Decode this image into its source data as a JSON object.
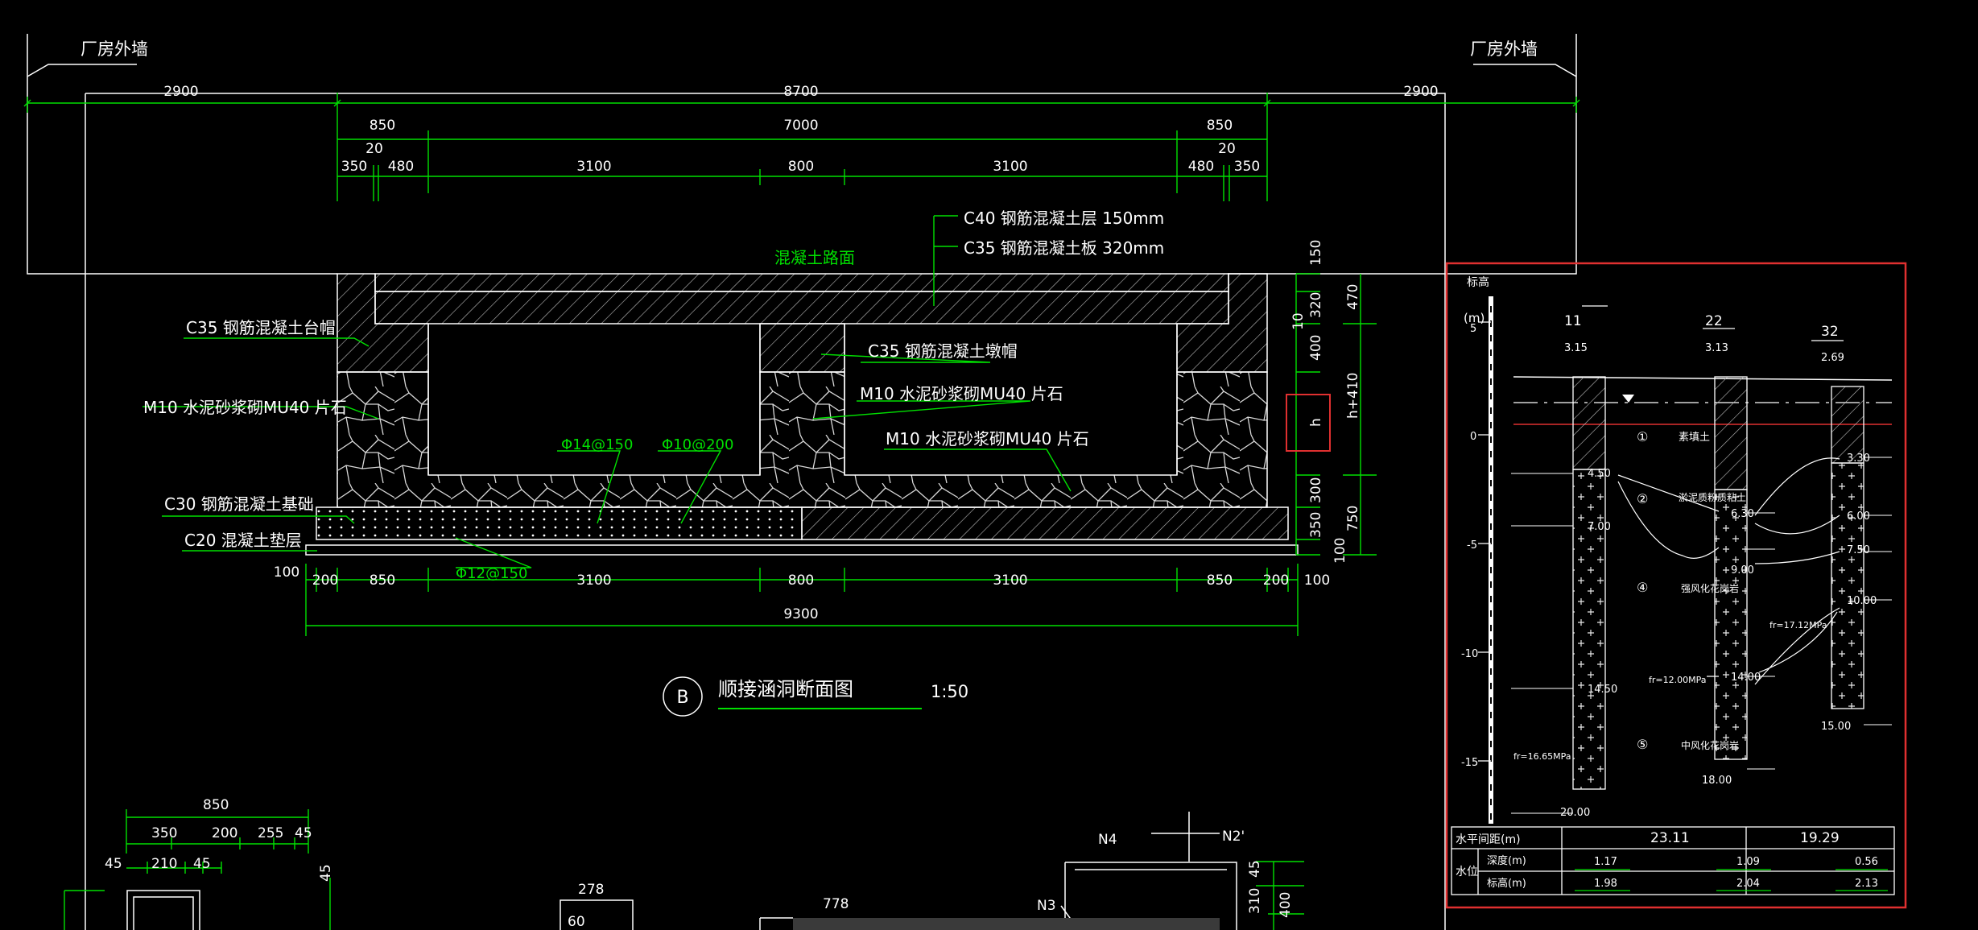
{
  "colors": {
    "bg": "#000000",
    "line": "#ffffff",
    "dim": "#00e000",
    "highlight": "#e03030",
    "label": "#ffffff",
    "hatch": "#c8c8c8"
  },
  "walls": {
    "left_label": "厂房外墙",
    "right_label": "厂房外墙"
  },
  "dims_top": {
    "row1": [
      "2900",
      "8700",
      "2900"
    ],
    "row2": [
      "850",
      "7000",
      "850"
    ],
    "row3_a": [
      "20",
      "20"
    ],
    "row3_b": [
      "350",
      "480",
      "3100",
      "800",
      "3100",
      "480",
      "350"
    ]
  },
  "layers": {
    "c40": "C40  钢筋混凝土层 150mm",
    "c35": "C35  钢筋混凝土板 320mm",
    "road": "混凝土路面"
  },
  "labels": {
    "cap": "C35  钢筋混凝土台帽",
    "pier_cap": "C35  钢筋混凝土墩帽",
    "masonry_left": "M10  水泥砂浆砌MU40  片石",
    "masonry_mid": "M10  水泥砂浆砌MU40  片石",
    "masonry_right": "M10  水泥砂浆砌MU40  片石",
    "base": "C30  钢筋混凝土基础",
    "cushion": "C20  混凝土垫层",
    "rebar1": "Φ14@150",
    "rebar2": "Φ10@200",
    "rebar3": "Φ12@150"
  },
  "dims_right": [
    "150",
    "470",
    "320",
    "10",
    "400",
    "h+410",
    "h",
    "300",
    "750",
    "350",
    "100"
  ],
  "dims_bottom": {
    "row1": [
      "100",
      "200",
      "850",
      "3100",
      "800",
      "3100",
      "850",
      "200",
      "100"
    ],
    "total": "9300"
  },
  "title": {
    "mark": "B",
    "name": "顺接涵洞断面图",
    "scale": "1:50"
  },
  "lower_detail": {
    "dims1": [
      "850",
      "350",
      "200",
      "255",
      "45",
      "45",
      "210",
      "45",
      "45"
    ],
    "d278": "278",
    "d60": "60",
    "d778": "778",
    "n4": "N4",
    "n2": "N2'",
    "n3": "N3",
    "d45": "45",
    "d310": "310",
    "d400": "400"
  },
  "boring": {
    "axis_title": "标高",
    "axis_unit": "(m)",
    "axis_ticks": [
      "5",
      "0",
      "-5",
      "-10",
      "-15"
    ],
    "holes": [
      {
        "id": "11",
        "elev": "3.15"
      },
      {
        "id": "22",
        "elev": "3.13"
      },
      {
        "id": "32",
        "elev": "2.69"
      }
    ],
    "depths_h1": [
      "4.50",
      "7.00",
      "14.50",
      "20.00"
    ],
    "depths_h2": [
      "6.30",
      "9.00",
      "14.00",
      "18.00"
    ],
    "depths_h3": [
      "3.30",
      "6.00",
      "7.50",
      "10.00",
      "15.00"
    ],
    "layers": [
      {
        "no": "①",
        "name": "素填土"
      },
      {
        "no": "②",
        "name": "淤泥质粉质粘土"
      },
      {
        "no": "④",
        "name": "强风化花岗岩"
      },
      {
        "no": "⑤",
        "name": "中风化花岗岩"
      }
    ],
    "fr": [
      "fr=16.65MPa",
      "fr=12.00MPa",
      "fr=17.12MPa"
    ],
    "table": {
      "row1_label": "水平间距(m)",
      "spacings": [
        "23.11",
        "19.29"
      ],
      "group_label": "水位",
      "depth_label": "深度(m)",
      "elev_label": "标高(m)",
      "depth": [
        "1.17",
        "1.09",
        "0.56"
      ],
      "elev": [
        "1.98",
        "2.04",
        "2.13"
      ]
    }
  }
}
